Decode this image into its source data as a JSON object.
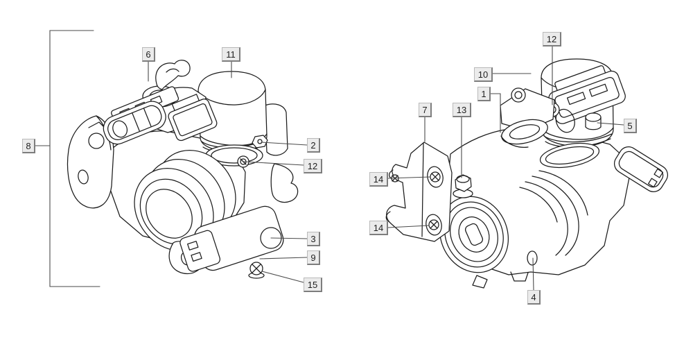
{
  "colors": {
    "background": "#ffffff",
    "label_box_bg": "#ebebeb",
    "label_box_border": "#b9b9b9",
    "label_box_shadow": "#7d7d7d",
    "line_art": "#1c1c1c",
    "leader_line": "#4a4a4a"
  },
  "left_view": {
    "callouts": [
      {
        "number": "8"
      },
      {
        "number": "6"
      },
      {
        "number": "11"
      },
      {
        "number": "2"
      },
      {
        "number": "12"
      },
      {
        "number": "3"
      },
      {
        "number": "9"
      },
      {
        "number": "15"
      }
    ]
  },
  "right_view": {
    "callouts": [
      {
        "number": "12"
      },
      {
        "number": "10"
      },
      {
        "number": "1"
      },
      {
        "number": "5"
      },
      {
        "number": "7"
      },
      {
        "number": "13"
      },
      {
        "number": "14"
      },
      {
        "number": "14"
      },
      {
        "number": "4"
      }
    ]
  }
}
